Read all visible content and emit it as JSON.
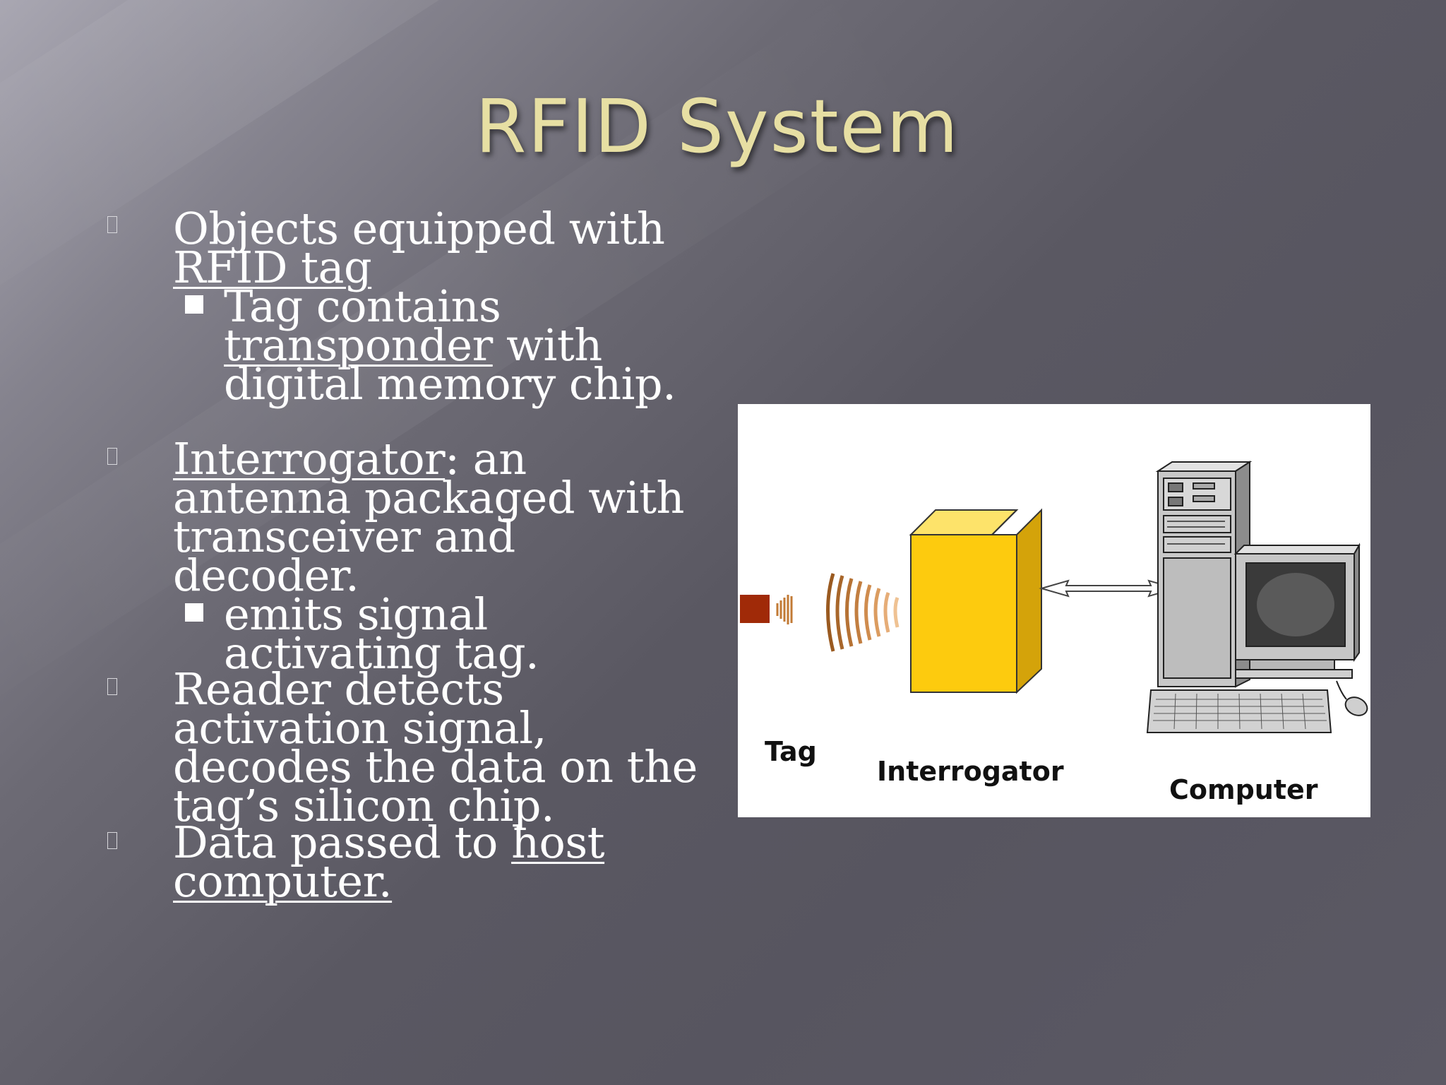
{
  "slide": {
    "title": "RFID System",
    "bullets": [
      {
        "parts": [
          {
            "text": "Objects equipped with ",
            "underline": false
          },
          {
            "text": "RFID tag",
            "underline": true
          }
        ],
        "sub": [
          {
            "parts": [
              {
                "text": "Tag contains ",
                "underline": false
              },
              {
                "text": "transponder",
                "underline": true
              },
              {
                "text": " with digital memory chip.",
                "underline": false
              }
            ]
          }
        ]
      },
      {
        "parts": [
          {
            "text": "Interrogator",
            "underline": true
          },
          {
            "text": ": an antenna packaged with transceiver and decoder.",
            "underline": false
          }
        ],
        "sub": [
          {
            "parts": [
              {
                "text": "emits signal activating tag.",
                "underline": false
              }
            ]
          }
        ]
      },
      {
        "parts": [
          {
            "text": "Reader detects activation signal, decodes the data on the tag’s silicon chip.",
            "underline": false
          }
        ],
        "sub": []
      },
      {
        "parts": [
          {
            "text": "Data passed to ",
            "underline": false
          },
          {
            "text": "host computer.",
            "underline": true
          }
        ],
        "sub": []
      }
    ]
  },
  "diagram": {
    "labels": {
      "tag": "Tag",
      "interrogator": "Interrogator",
      "computer": "Computer"
    }
  }
}
